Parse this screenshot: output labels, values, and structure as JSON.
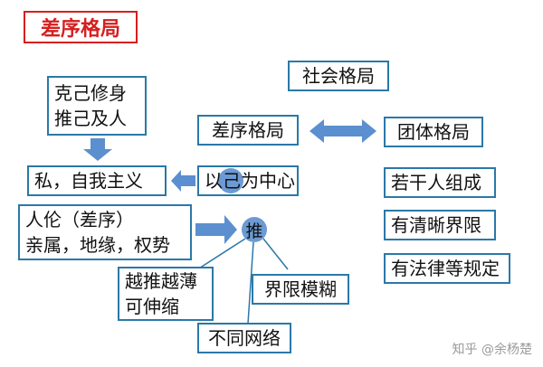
{
  "title": "差序格局",
  "colors": {
    "border": "#2b78a8",
    "title": "#d51f1f",
    "arrow": "#5b8fcf",
    "circle": "#5b8fcf"
  },
  "boxes": {
    "social_pattern": "社会格局",
    "self_restraint": [
      "克己修身",
      "推己及人"
    ],
    "differential_pattern": "差序格局",
    "group_pattern": "团体格局",
    "private_self": "私，自我主义",
    "self_center_prefix": "以",
    "self_center_circled": "己",
    "self_center_suffix": "为中心",
    "ethics": [
      "人伦（差序）",
      "亲属，地缘，权势"
    ],
    "push": "推",
    "thinner": [
      "越推越薄",
      "可伸缩"
    ],
    "blurry_boundary": "界限模糊",
    "different_network": "不同网络",
    "several_people": "若干人组成",
    "clear_boundary": "有清晰界限",
    "laws_rules": "有法律等规定"
  },
  "watermark": "知乎 @余杨楚"
}
